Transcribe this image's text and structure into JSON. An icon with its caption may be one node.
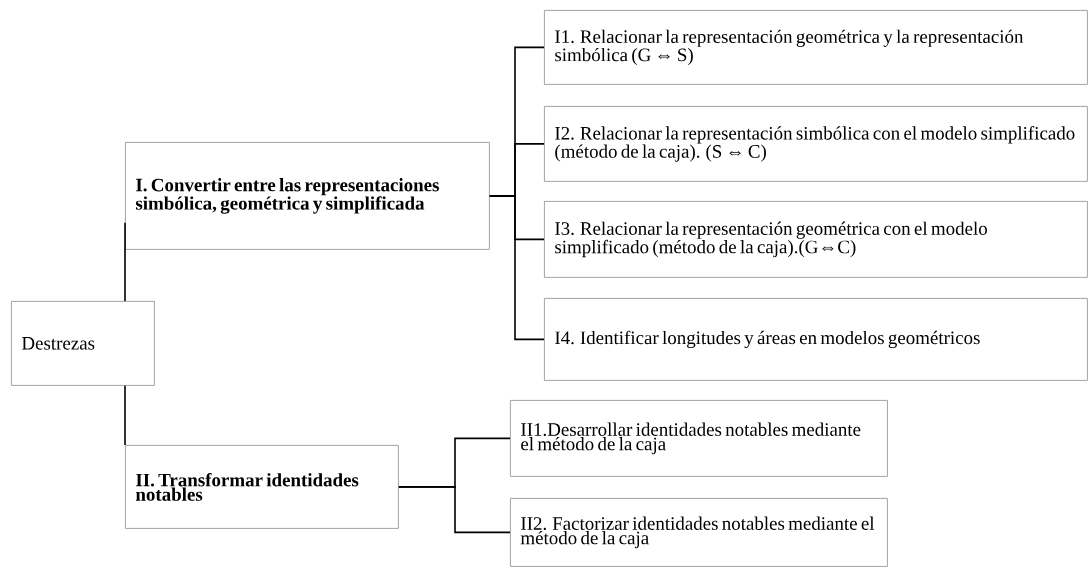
{
  "diagram": {
    "nodes": [
      {
        "text": [
          "Destrezas"
        ]
      },
      {
        "text": [
          "I. Convertir entre las representaciones simbólica, geométrica y simplificada"
        ]
      },
      {
        "text": [
          "I1. Relacionar la representación geométrica y la representación simbólica (G ⇔ S)"
        ]
      },
      {
        "text": [
          "I2. Relacionar la representación simbólica con el modelo simplificado (método de la caja). (S ⇔ C)"
        ]
      },
      {
        "text": [
          "I3. Relacionar la representación geométrica con el modelo simplificado (método de la caja).(G⇔C)"
        ]
      },
      {
        "text": [
          "I4. Identificar longitudes y áreas en modelos geométricos"
        ]
      },
      {
        "text": [
          "II. Transformar identidades notables"
        ]
      },
      {
        "text": [
          "II1.Desarrollar identidades notables mediante el método de la caja"
        ]
      },
      {
        "text": [
          "II2. Factorizar identidades notables mediante el método de la caja"
        ]
      }
    ],
    "edges": [
      {
        "from": 0,
        "to": 1,
        "arrow": "none"
      },
      {
        "from": 0,
        "to": 6,
        "arrow": "none"
      },
      {
        "from": 1,
        "to": 2,
        "arrow": "none"
      },
      {
        "from": 1,
        "to": 3,
        "arrow": "none"
      },
      {
        "from": 1,
        "to": 4,
        "arrow": "none"
      },
      {
        "from": 1,
        "to": 5,
        "arrow": "none"
      },
      {
        "from": 6,
        "to": 7,
        "arrow": "none"
      },
      {
        "from": 6,
        "to": 8,
        "arrow": "none"
      }
    ]
  }
}
